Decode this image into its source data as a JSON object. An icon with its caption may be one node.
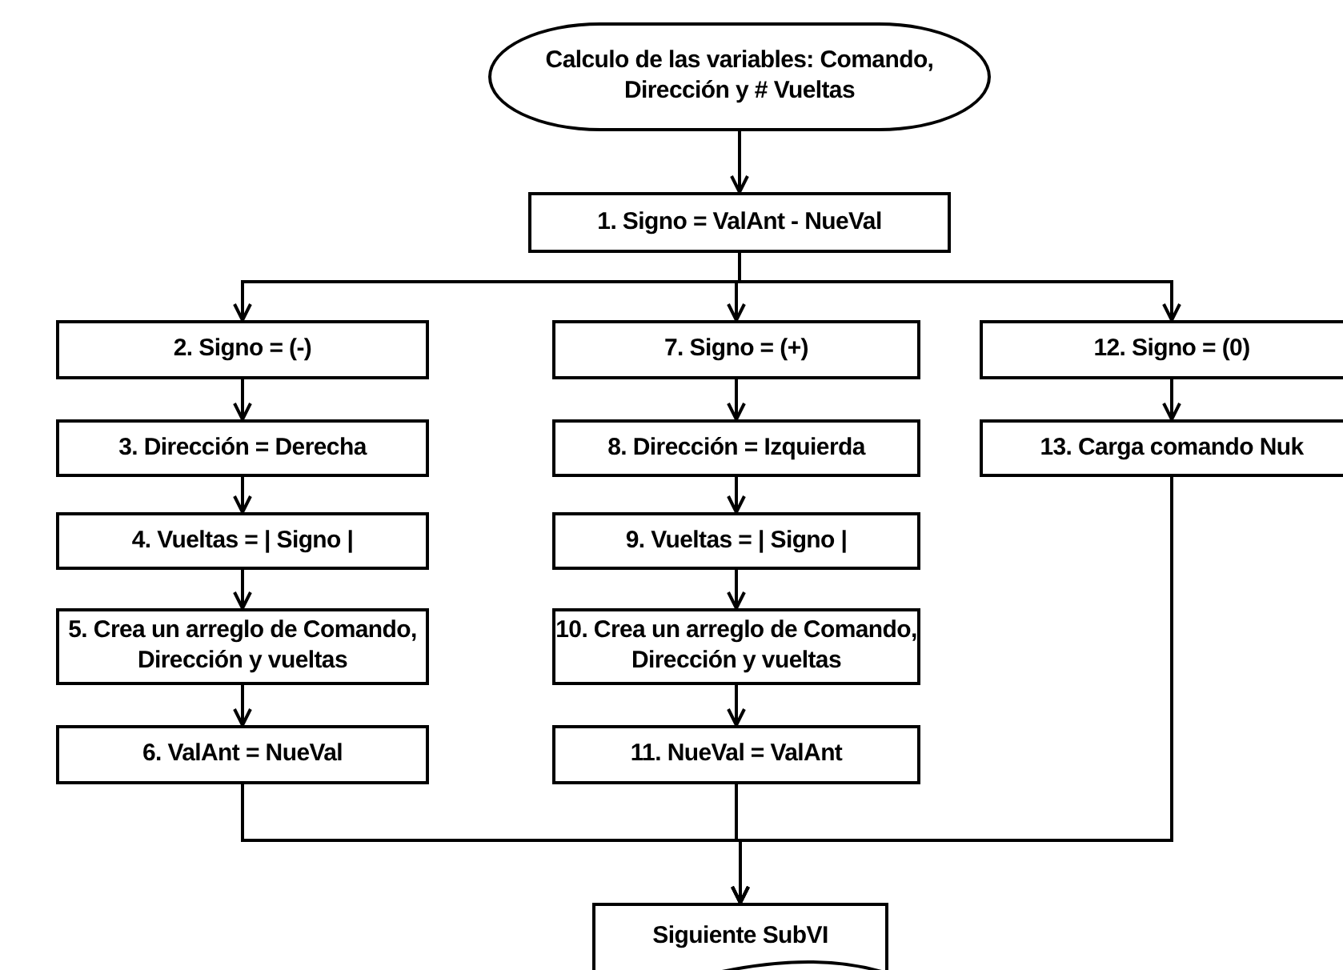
{
  "diagram": {
    "nodes": [
      {
        "text": [
          "Calculo de las variables: Comando, Dirección y # Vueltas"
        ]
      },
      {
        "text": [
          "1. Signo = ValAnt - NueVal"
        ]
      },
      {
        "text": [
          "2. Signo = (-)"
        ]
      },
      {
        "text": [
          "3. Dirección = Derecha"
        ]
      },
      {
        "text": [
          "4. Vueltas = | Signo |"
        ]
      },
      {
        "text": [
          "5. Crea un arreglo de Comando, Dirección y vueltas"
        ]
      },
      {
        "text": [
          "6. ValAnt = NueVal"
        ]
      },
      {
        "text": [
          "7. Signo = (+)"
        ]
      },
      {
        "text": [
          "8. Dirección = Izquierda"
        ]
      },
      {
        "text": [
          "9. Vueltas = | Signo |"
        ]
      },
      {
        "text": [
          "10. Crea un arreglo de Comando, Dirección y vueltas"
        ]
      },
      {
        "text": [
          "11. NueVal = ValAnt"
        ]
      },
      {
        "text": [
          "12. Signo = (0)"
        ]
      },
      {
        "text": [
          "13. Carga comando Nuk"
        ]
      },
      {
        "text": [
          "Siguiente SubVI"
        ]
      }
    ],
    "edges": [
      {
        "from": 0,
        "to": 1,
        "arrow": "to"
      },
      {
        "from": 1,
        "to": 2,
        "arrow": "to"
      },
      {
        "from": 1,
        "to": 7,
        "arrow": "to"
      },
      {
        "from": 1,
        "to": 12,
        "arrow": "to"
      },
      {
        "from": 2,
        "to": 3,
        "arrow": "to"
      },
      {
        "from": 3,
        "to": 4,
        "arrow": "to"
      },
      {
        "from": 4,
        "to": 5,
        "arrow": "to"
      },
      {
        "from": 5,
        "to": 6,
        "arrow": "to"
      },
      {
        "from": 7,
        "to": 8,
        "arrow": "to"
      },
      {
        "from": 8,
        "to": 9,
        "arrow": "to"
      },
      {
        "from": 9,
        "to": 10,
        "arrow": "to"
      },
      {
        "from": 10,
        "to": 11,
        "arrow": "to"
      },
      {
        "from": 12,
        "to": 13,
        "arrow": "to"
      },
      {
        "from": 6,
        "to": 14,
        "arrow": "to"
      },
      {
        "from": 11,
        "to": 14,
        "arrow": "to"
      },
      {
        "from": 13,
        "to": 14,
        "arrow": "to"
      }
    ]
  }
}
